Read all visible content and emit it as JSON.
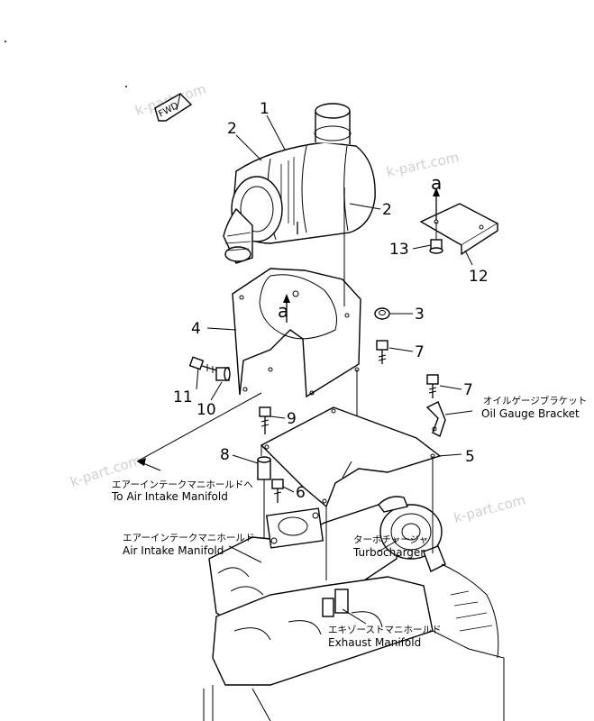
{
  "watermark": "k-part.com",
  "fwd_label": "FWD",
  "callouts": {
    "c1": "1",
    "c2a": "2",
    "c2b": "2",
    "c3": "3",
    "c4": "4",
    "c5": "5",
    "c6": "6",
    "c7a": "7",
    "c7b": "7",
    "c8": "8",
    "c9": "9",
    "c10": "10",
    "c11": "11",
    "c12": "12",
    "c13": "13"
  },
  "view_marker": {
    "top": "a",
    "bracket": "a"
  },
  "annotations": {
    "oil_gauge_jp": "オイルゲージブラケット",
    "oil_gauge_en": "Oil Gauge Bracket",
    "to_intake_jp": "エアーインテークマニホールドへ",
    "to_intake_en": "To Air Intake Manifold",
    "intake_jp": "エアーインテークマニホールド",
    "intake_en": "Air Intake Manifold",
    "turbo_jp": "ターボチャージャ",
    "turbo_en": "Turbocharger",
    "exhaust_jp": "エキゾーストマニホールド",
    "exhaust_en": "Exhaust Manifold"
  }
}
